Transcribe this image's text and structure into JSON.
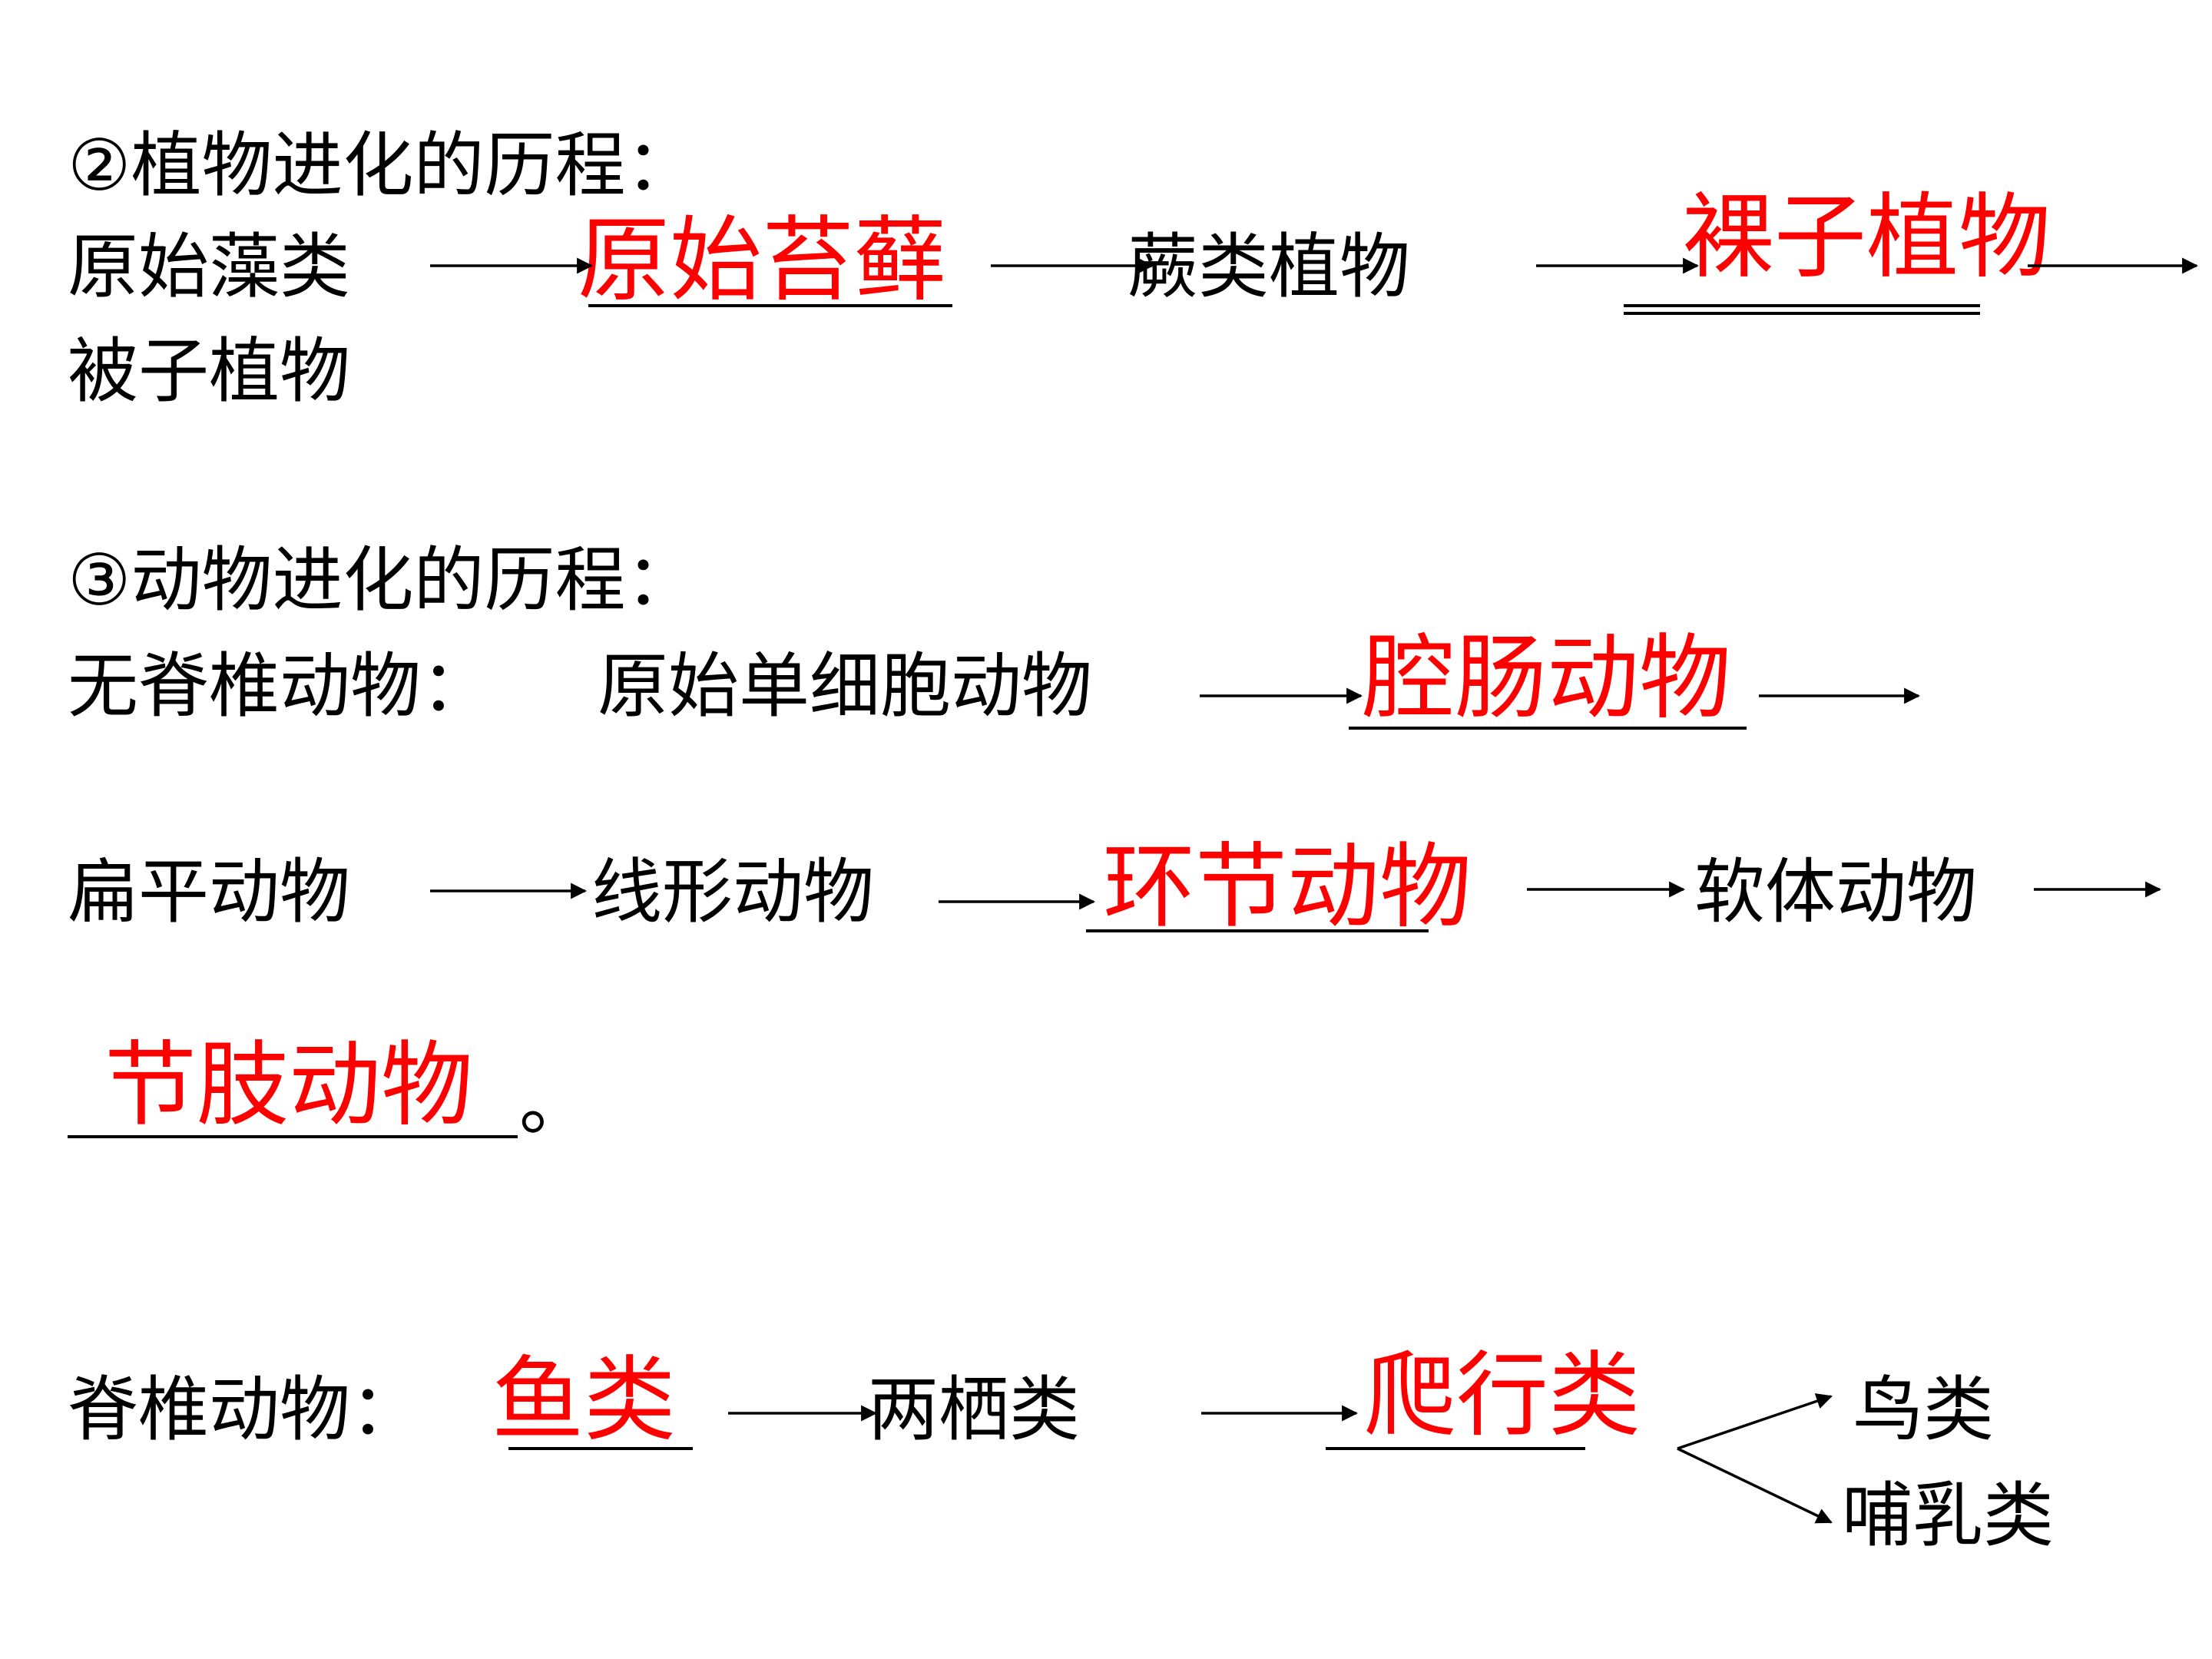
{
  "colors": {
    "text": "#000000",
    "answer": "#ff0000",
    "background": "#ffffff"
  },
  "plant": {
    "heading": "②植物进化的历程：",
    "s1": "原始藻类",
    "a1": "原始苔藓",
    "s2": "蕨类植物",
    "a2": "裸子植物",
    "s3": "被子植物"
  },
  "animal": {
    "heading": "③动物进化的历程：",
    "invert_label": "无脊椎动物：",
    "i1": "原始单细胞动物",
    "a1": "腔肠动物",
    "i2": "扁平动物",
    "i3": "线形动物",
    "a2": "环节动物",
    "i4": "软体动物",
    "a3": "节肢动物",
    "period": "。",
    "vert_label": "脊椎动物：",
    "a4": "鱼类",
    "v1": "两栖类",
    "a5": "爬行类",
    "v2": "鸟类",
    "v3": "哺乳类"
  }
}
